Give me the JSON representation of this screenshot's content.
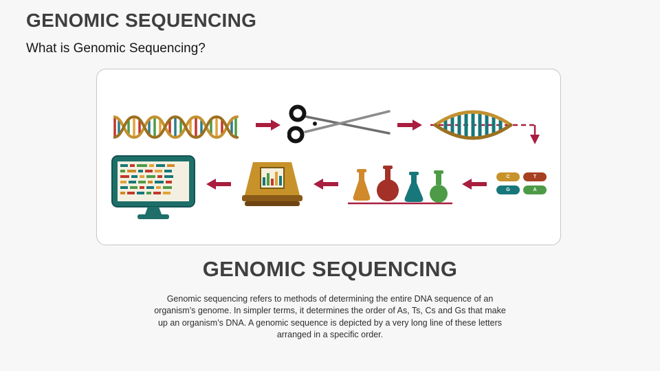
{
  "header": {
    "title": "GENOMIC SEQUENCING",
    "subtitle": "What is Genomic Sequencing?"
  },
  "section": {
    "title": "GENOMIC SEQUENCING",
    "body": "Genomic sequencing refers to methods of determining the entire DNA sequence of an organism’s genome. In simpler terms, it determines the order of As, Ts, Cs and Gs that make up an organism’s DNA. A genomic sequence is depicted by a very long line of these letters arranged in a specific order."
  },
  "diagram": {
    "nucleotides": [
      {
        "label": "C",
        "color": "#c8922b"
      },
      {
        "label": "T",
        "color": "#a74021"
      },
      {
        "label": "G",
        "color": "#17777a"
      },
      {
        "label": "A",
        "color": "#4e9b47"
      }
    ],
    "icons": [
      "dna-helix",
      "scissors-cutting-dna",
      "dna-fragment-lens",
      "nucleotide-bases",
      "reagent-flasks",
      "sequencer-machine",
      "sequence-readout-monitor"
    ]
  },
  "palette": {
    "arrow": "#a91d3f",
    "gold": "#c8922b",
    "teal": "#17777a",
    "green": "#4e9b47",
    "dark_red": "#a33127",
    "orange": "#d0892b",
    "heading": "#3f3f3f",
    "panel_border": "#c6c6c6"
  }
}
